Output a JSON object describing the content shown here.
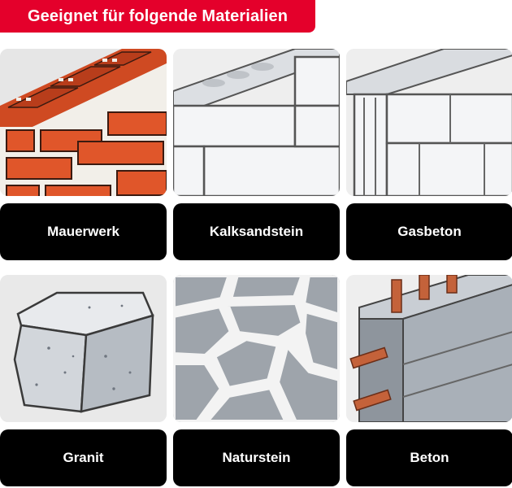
{
  "header": {
    "title": "Geeignet für folgende Materialien",
    "color": "#e4002b"
  },
  "materials": [
    {
      "label": "Mauerwerk",
      "icon": "red-brick-wall-icon"
    },
    {
      "label": "Kalksandstein",
      "icon": "sand-lime-brick-wall-icon"
    },
    {
      "label": "Gasbeton",
      "icon": "aerated-concrete-wall-icon"
    },
    {
      "label": "Granit",
      "icon": "granite-block-icon"
    },
    {
      "label": "Naturstein",
      "icon": "natural-stone-paving-icon"
    },
    {
      "label": "Beton",
      "icon": "reinforced-concrete-icon"
    }
  ]
}
